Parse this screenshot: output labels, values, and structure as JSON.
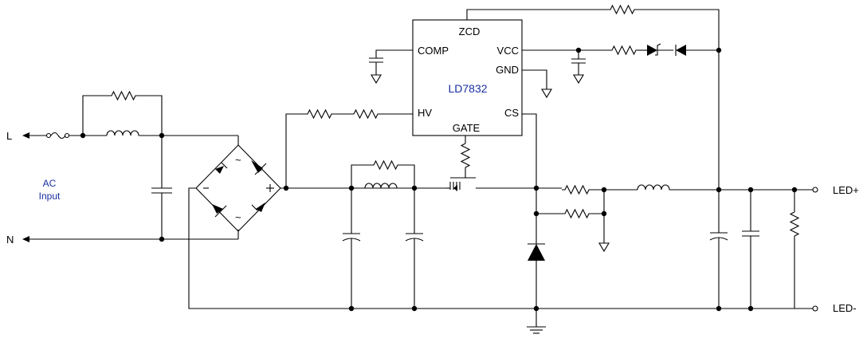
{
  "labels": {
    "input_l": "L",
    "input_n": "N",
    "ac_line1": "AC",
    "ac_line2": "Input",
    "led_pos": "LED+",
    "led_neg": "LED-"
  },
  "ic": {
    "name": "LD7832",
    "pins": {
      "zcd": "ZCD",
      "comp": "COMP",
      "vcc": "VCC",
      "gnd": "GND",
      "hv": "HV",
      "cs": "CS",
      "gate": "GATE"
    }
  },
  "colors": {
    "wire": "#000000",
    "label_blue": "#1a2ea0"
  }
}
